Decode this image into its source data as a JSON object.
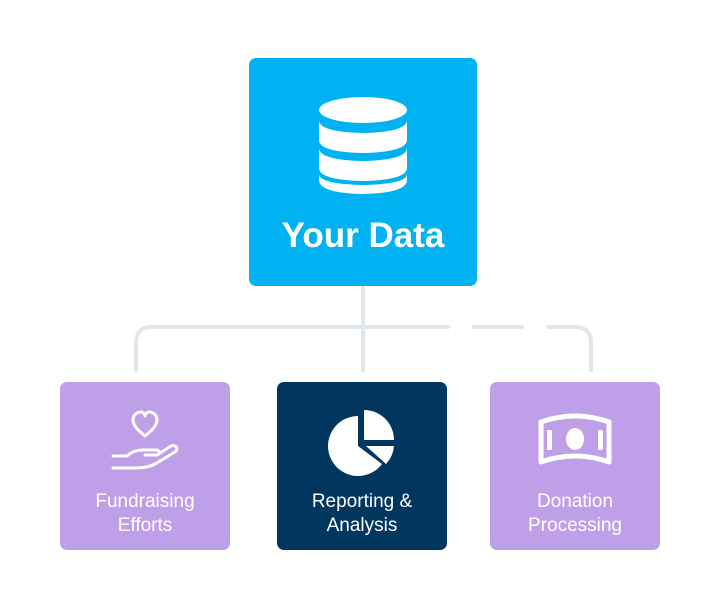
{
  "colors": {
    "main": "#00b2f1",
    "purple": "#bfa0e8",
    "navy": "#01365f",
    "connector": "#e1e6ea",
    "text": "#ffffff"
  },
  "main": {
    "title": "Your Data",
    "icon": "database-icon"
  },
  "children": [
    {
      "line1": "Fundraising",
      "line2": "Efforts",
      "icon": "heart-hand-icon"
    },
    {
      "line1": "Reporting &",
      "line2": "Analysis",
      "icon": "pie-chart-icon"
    },
    {
      "line1": "Donation",
      "line2": "Processing",
      "icon": "money-icon"
    }
  ]
}
